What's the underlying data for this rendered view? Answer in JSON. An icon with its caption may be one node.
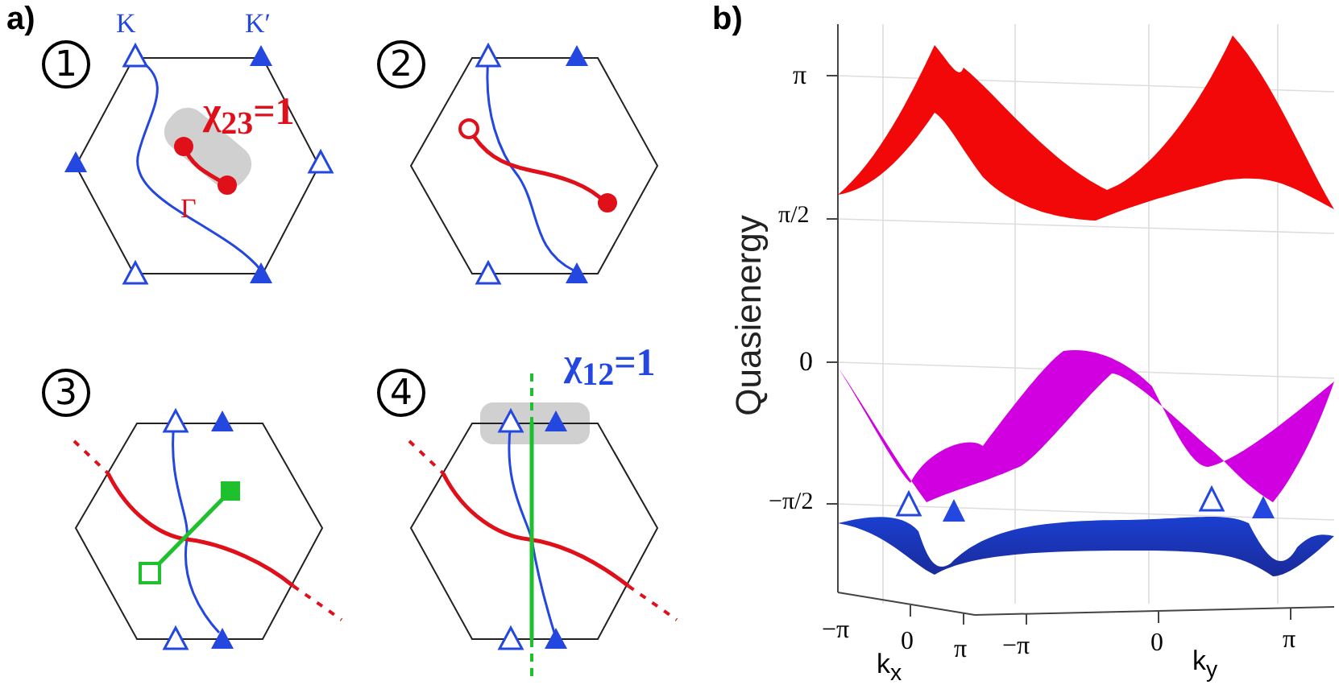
{
  "diagram": {
    "nodes": [
      {
        "text": [
          "1"
        ]
      },
      {
        "text": [
          "2"
        ]
      },
      {
        "text": [
          "3"
        ]
      },
      {
        "text": [
          "4"
        ]
      }
    ],
    "labels": [
      "a)",
      "K",
      "K′",
      "χ$_{23}$=1",
      "Γ",
      "b)",
      "π",
      "π/2",
      "0",
      "−π/2",
      "Quasienergy",
      "χ$_{12}$=1",
      "−π",
      "0",
      "π",
      "k$_{x}$",
      "−π",
      "0",
      "π",
      "k$_{y}$"
    ]
  }
}
